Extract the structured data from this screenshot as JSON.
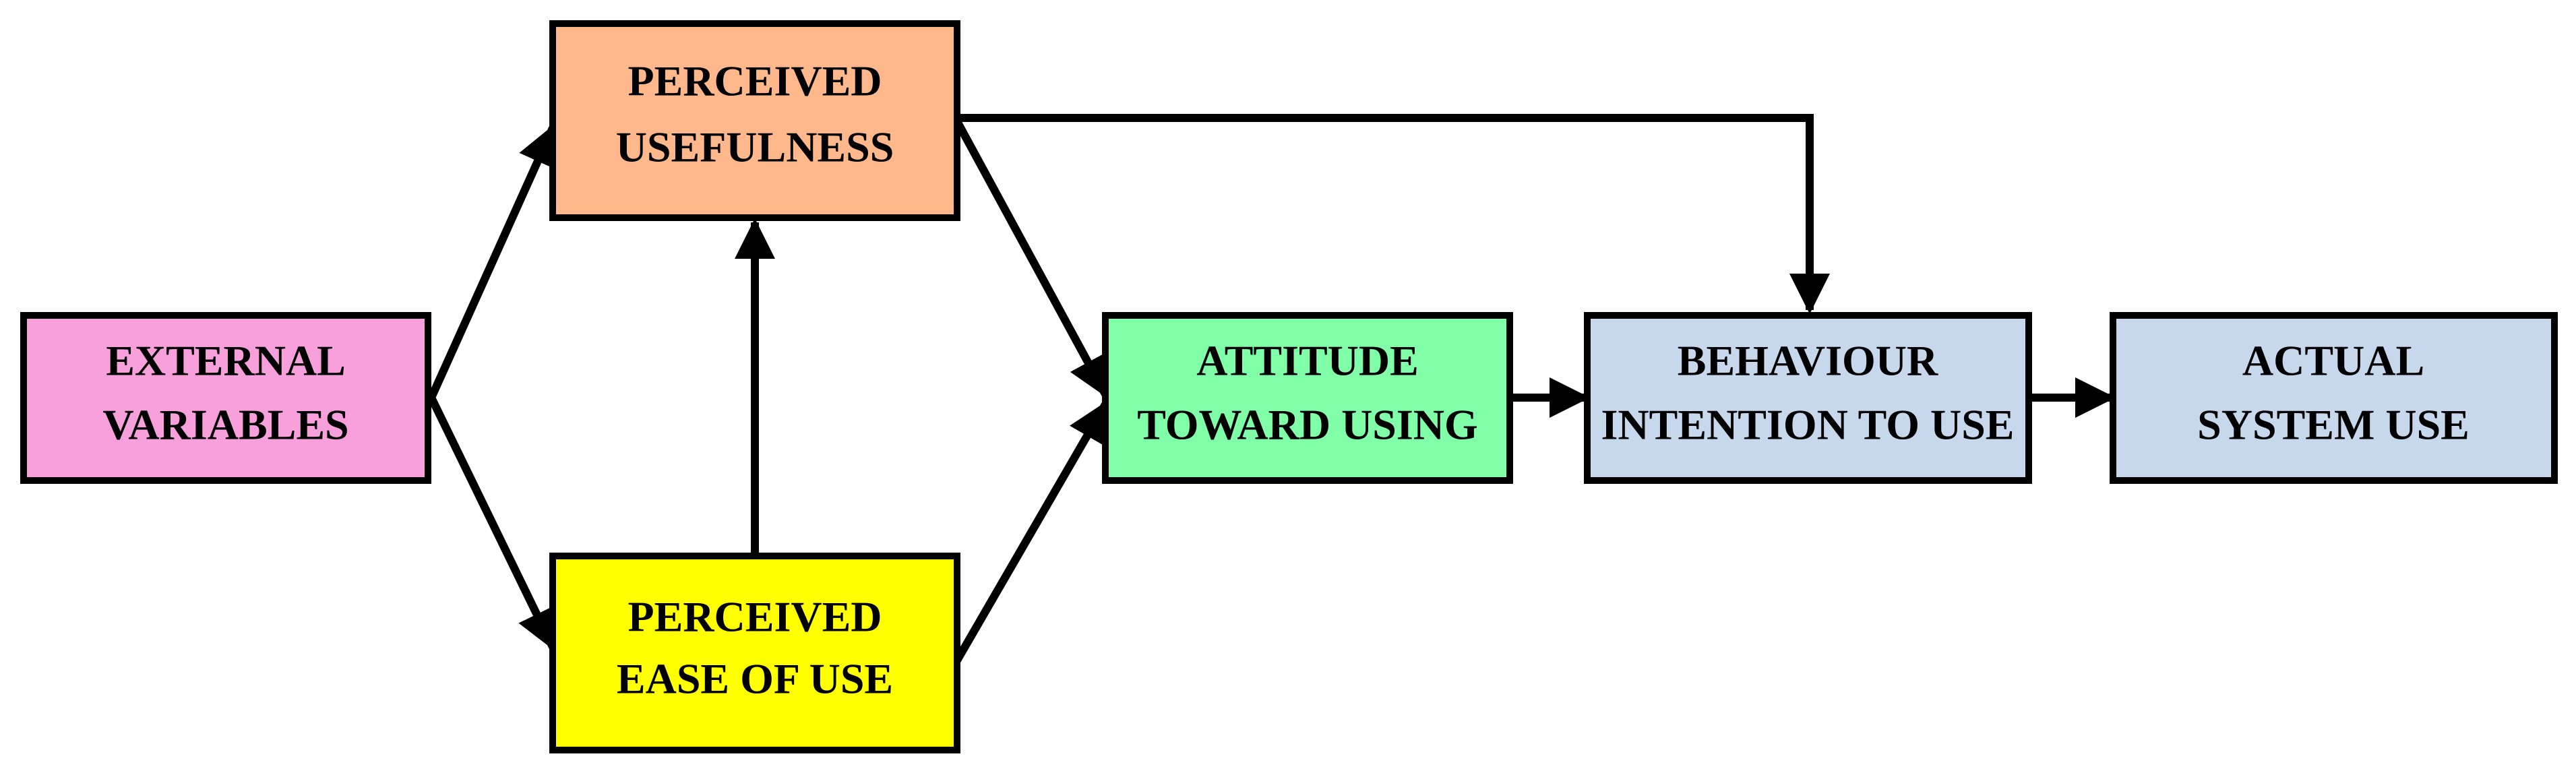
{
  "nodes": {
    "external_variables": {
      "line1": "EXTERNAL",
      "line2": "VARIABLES",
      "color": "#f8a0dc"
    },
    "perceived_usefulness": {
      "line1": "PERCEIVED",
      "line2": "USEFULNESS",
      "color": "#ffb88c"
    },
    "perceived_ease_of_use": {
      "line1": "PERCEIVED",
      "line2": "EASE OF USE",
      "color": "#ffff00"
    },
    "attitude_toward_using": {
      "line1": "ATTITUDE",
      "line2": "TOWARD USING",
      "color": "#80ffa8"
    },
    "behaviour_intention_to_use": {
      "line1": "BEHAVIOUR",
      "line2": "INTENTION TO USE",
      "color": "#c8d8ec"
    },
    "actual_system_use": {
      "line1": "ACTUAL",
      "line2": "SYSTEM USE",
      "color": "#c8d8ec"
    }
  },
  "edges": [
    {
      "from": "external_variables",
      "to": "perceived_usefulness"
    },
    {
      "from": "external_variables",
      "to": "perceived_ease_of_use"
    },
    {
      "from": "perceived_ease_of_use",
      "to": "perceived_usefulness"
    },
    {
      "from": "perceived_usefulness",
      "to": "attitude_toward_using"
    },
    {
      "from": "perceived_ease_of_use",
      "to": "attitude_toward_using"
    },
    {
      "from": "perceived_usefulness",
      "to": "behaviour_intention_to_use"
    },
    {
      "from": "attitude_toward_using",
      "to": "behaviour_intention_to_use"
    },
    {
      "from": "behaviour_intention_to_use",
      "to": "actual_system_use"
    }
  ]
}
